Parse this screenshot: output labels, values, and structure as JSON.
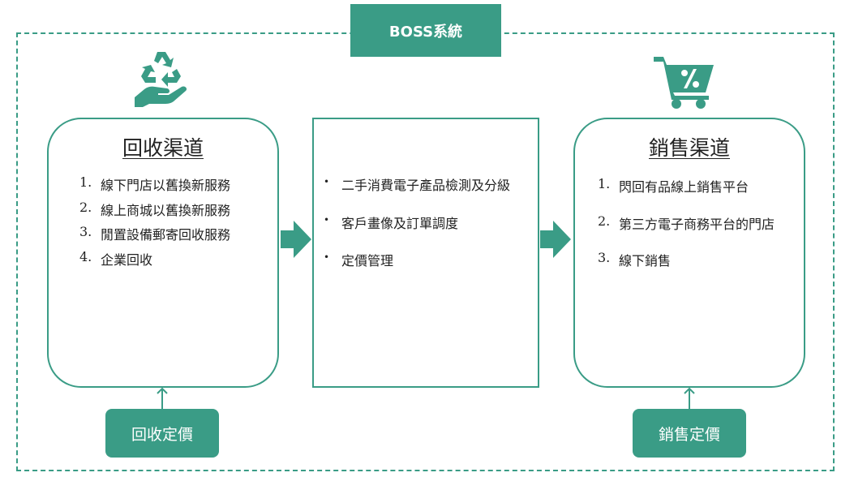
{
  "header": {
    "title": "BOSS系統"
  },
  "recycle_channel": {
    "title": "回收渠道",
    "items": [
      {
        "num": "1.",
        "text": "線下門店以舊換新服務"
      },
      {
        "num": "2.",
        "text": "線上商城以舊換新服務"
      },
      {
        "num": "3.",
        "text": "閒置設備郵寄回收服務"
      },
      {
        "num": "4.",
        "text": "企業回收"
      }
    ],
    "pricing_label": "回收定價"
  },
  "middle": {
    "bullet": "•",
    "items": [
      "二手消費電子產品檢測及分級",
      "客戶畫像及訂單調度",
      "定價管理"
    ]
  },
  "sales_channel": {
    "title": "銷售渠道",
    "items": [
      {
        "num": "1.",
        "text": "閃回有品線上銷售平台"
      },
      {
        "num": "2.",
        "text": "第三方電子商務平台的門店"
      },
      {
        "num": "3.",
        "text": "線下銷售"
      }
    ],
    "pricing_label": "銷售定價"
  },
  "icons": {
    "recycle": "recycle-hand-icon",
    "cart": "shopping-cart-percent-icon"
  },
  "colors": {
    "accent": "#3a9c86",
    "text": "#222222",
    "background": "#ffffff"
  }
}
